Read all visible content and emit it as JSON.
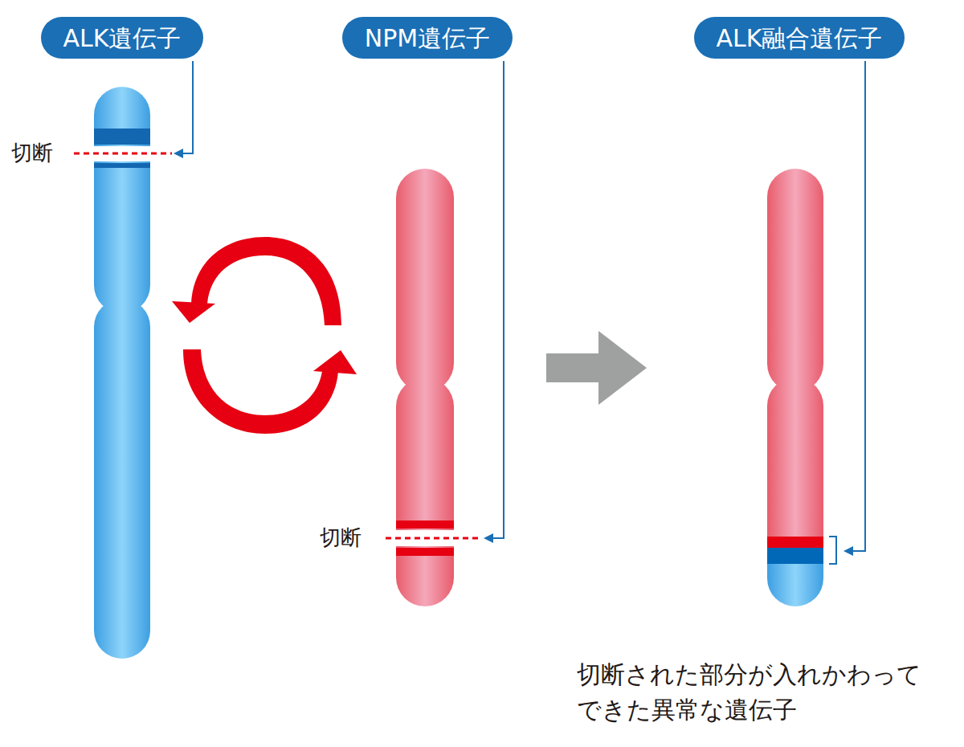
{
  "diagram": {
    "nodes": [
      {
        "text": [
          "ALK遺伝子"
        ]
      },
      {
        "text": [
          "NPM遺伝子"
        ]
      },
      {
        "text": [
          "ALK融合遺伝子"
        ]
      }
    ],
    "labels": [
      "切断",
      "切断",
      "切断された部分が入れかわってできた異常な遺伝子"
    ]
  }
}
